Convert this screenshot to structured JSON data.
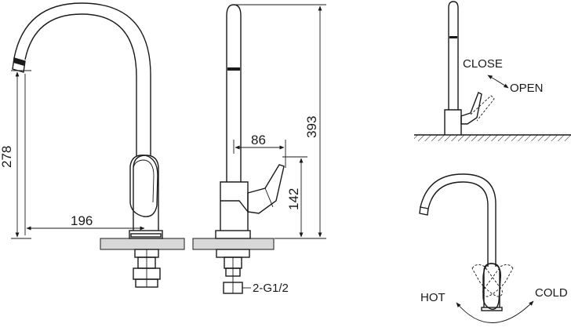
{
  "dimensions": {
    "spout_height": "278",
    "spout_reach": "196",
    "total_height": "393",
    "handle_reach": "86",
    "handle_height": "142",
    "connection": "2-G1/2"
  },
  "operation": {
    "close_label": "CLOSE",
    "open_label": "OPEN",
    "hot_label": "HOT",
    "cold_label": "COLD"
  }
}
